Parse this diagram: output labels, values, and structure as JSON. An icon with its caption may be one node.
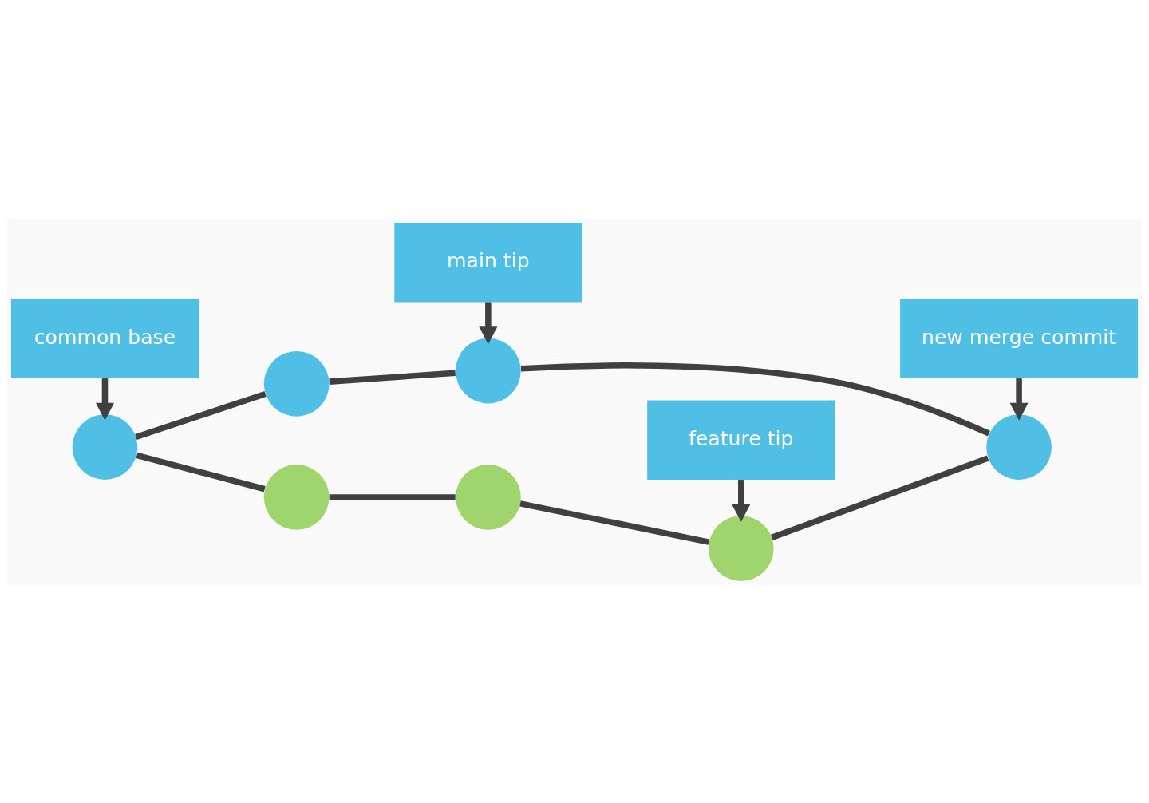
{
  "diagram": {
    "nodes": [
      {
        "text": [
          "main tip"
        ]
      },
      {
        "text": [
          "new merge commit"
        ]
      },
      {
        "text": [],
        "shape": "circle"
      },
      {
        "text": [],
        "shape": "circle"
      },
      {
        "text": [],
        "shape": "circle"
      },
      {
        "text": [],
        "shape": "circle"
      },
      {
        "text": [],
        "shape": "circle"
      },
      {
        "text": [],
        "shape": "circle"
      },
      {
        "text": [],
        "shape": "circle"
      },
      {
        "text": [
          "common base"
        ]
      },
      {
        "text": [
          "feature tip"
        ]
      }
    ],
    "edges": [
      {
        "from": 2,
        "to": 3,
        "arrow": "none"
      },
      {
        "from": 3,
        "to": 4,
        "arrow": "none"
      },
      {
        "from": 4,
        "to": 5,
        "arrow": "none"
      },
      {
        "from": 2,
        "to": 6,
        "arrow": "none"
      },
      {
        "from": 6,
        "to": 7,
        "arrow": "none"
      },
      {
        "from": 7,
        "to": 8,
        "arrow": "none"
      },
      {
        "from": 8,
        "to": 5,
        "arrow": "none"
      },
      {
        "from": 0,
        "to": 4,
        "arrow": "to"
      },
      {
        "from": 1,
        "to": 5,
        "arrow": "to"
      },
      {
        "from": 9,
        "to": 2,
        "arrow": "to"
      },
      {
        "from": 10,
        "to": 8,
        "arrow": "to"
      }
    ]
  }
}
